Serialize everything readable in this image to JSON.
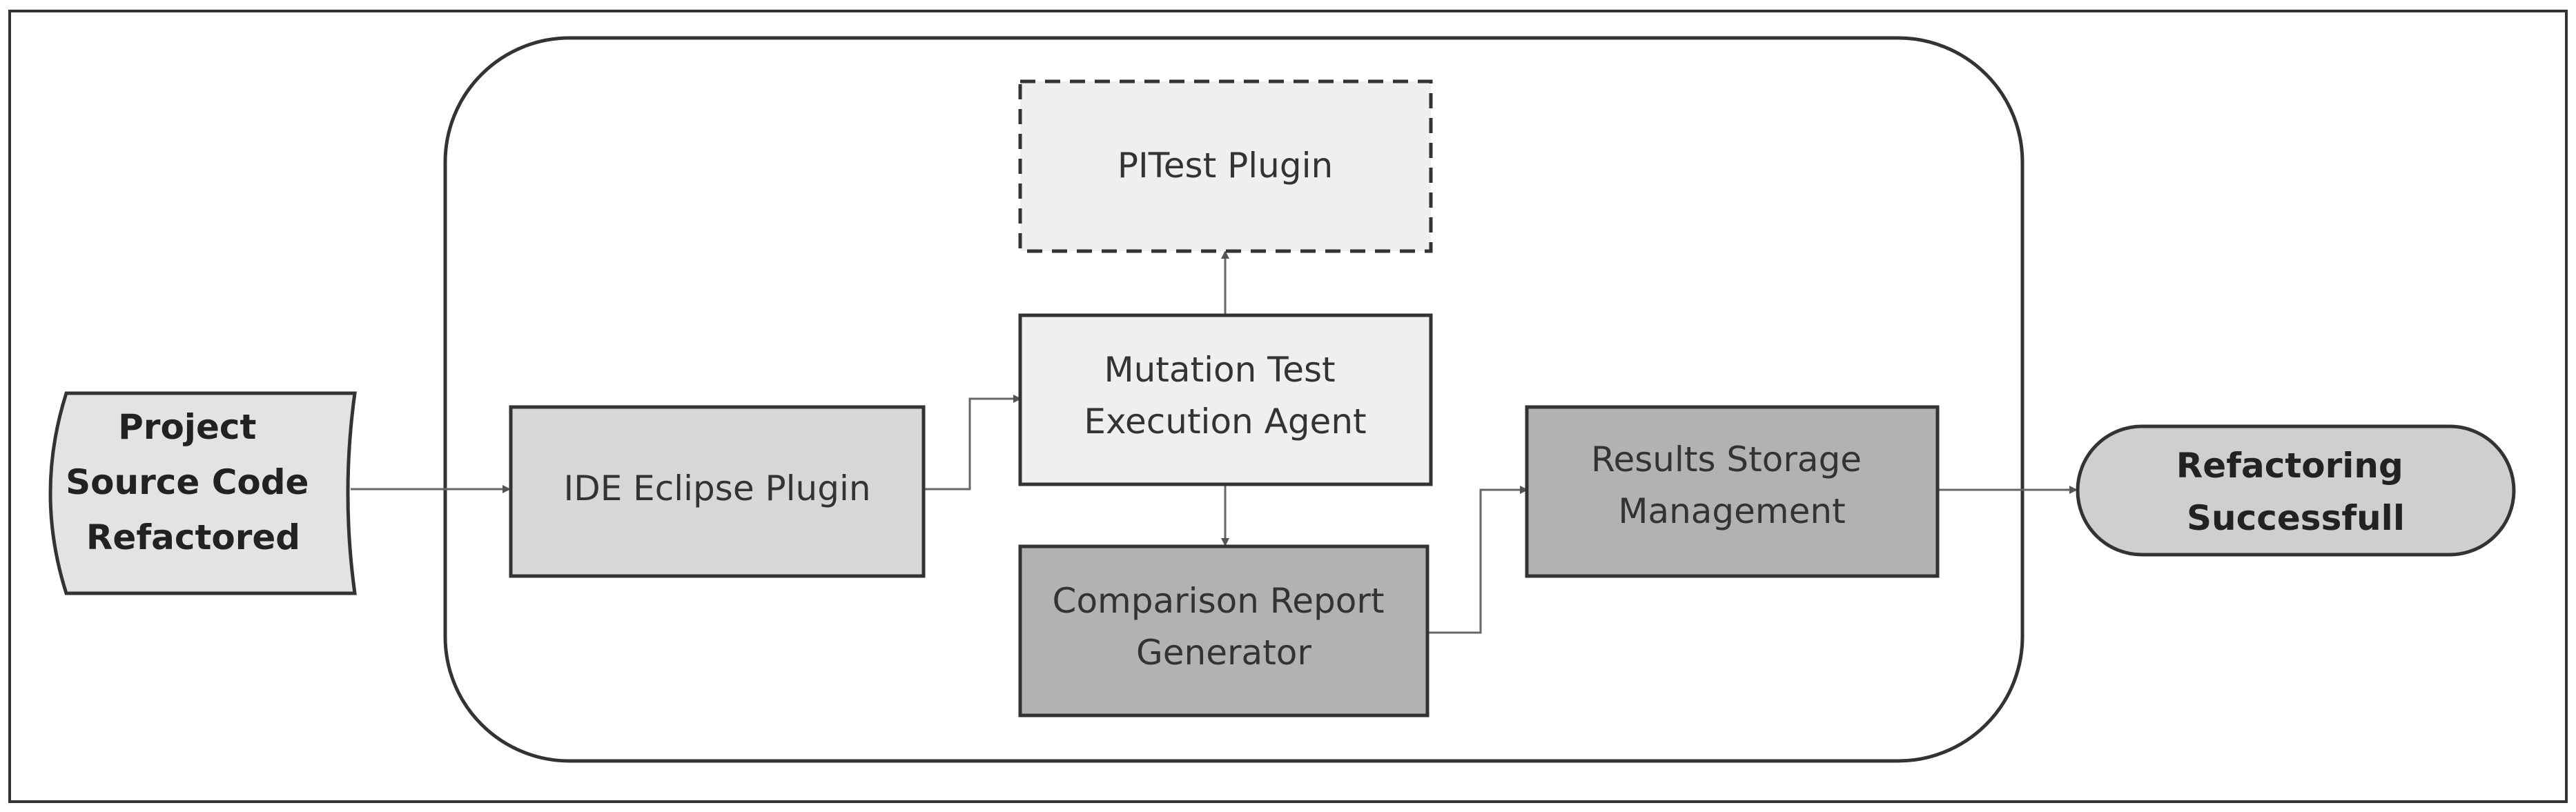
{
  "diagram": {
    "source": {
      "lines": [
        "Project",
        "Source Code",
        "Refactored"
      ]
    },
    "ide_plugin": {
      "label": "IDE Eclipse Plugin"
    },
    "pitest_plugin": {
      "label": "PITest Plugin"
    },
    "mutation_agent": {
      "lines": [
        "Mutation Test",
        "Execution Agent"
      ]
    },
    "comparison_report": {
      "lines": [
        "Comparison Report",
        "Generator"
      ]
    },
    "results_storage": {
      "lines": [
        "Results Storage",
        "Management"
      ]
    },
    "result": {
      "lines": [
        "Refactoring",
        "Successfull"
      ]
    }
  },
  "colors": {
    "stroke": "#333333",
    "light_fill": "#efefef",
    "mid_fill": "#d7d7d7",
    "dark_fill": "#b2b2b2",
    "terminal_fill": "#cfcfcf",
    "source_fill": "#e3e3e3",
    "background": "#ffffff"
  }
}
